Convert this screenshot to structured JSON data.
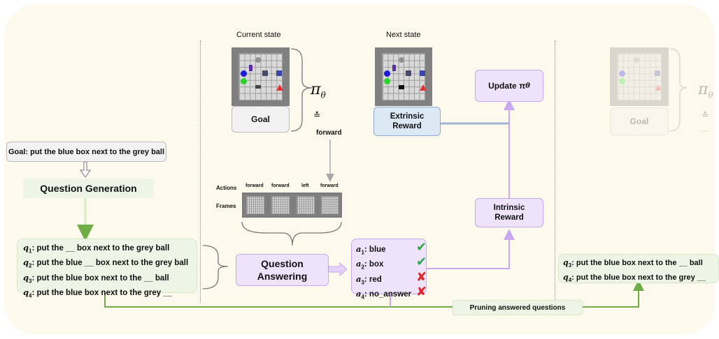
{
  "current_state_label": "Current state",
  "next_state_label": "Next state",
  "goal_box_label": "Goal",
  "forward_label": "forward",
  "pi_symbol": "π",
  "pi_sub": "θ",
  "update_label": "Update π",
  "extrinsic_reward_label": "Extrinsic Reward",
  "intrinsic_reward_label": "Intrinsic Reward",
  "goal_text": "Goal: put the blue box next to the grey ball",
  "question_generation_label": "Question Generation",
  "questions": [
    {
      "var": "q",
      "sub": "1",
      "text": ": put the __ box next to the grey ball"
    },
    {
      "var": "q",
      "sub": "2",
      "text": ": put the blue __ box next to the grey ball"
    },
    {
      "var": "q",
      "sub": "3",
      "text": ": put the blue box next to the __ ball"
    },
    {
      "var": "q",
      "sub": "4",
      "text": ": put the blue box next to the grey __"
    }
  ],
  "question_answering_label": "Question Answering",
  "answers": [
    {
      "var": "a",
      "sub": "1",
      "text": ": blue",
      "correct": true
    },
    {
      "var": "a",
      "sub": "2",
      "text": ": box",
      "correct": true
    },
    {
      "var": "a",
      "sub": "3",
      "text": ": red",
      "correct": false
    },
    {
      "var": "a",
      "sub": "4",
      "text": ": no_answer",
      "correct": false
    }
  ],
  "actions_label": "Actions",
  "frames_label": "Frames",
  "actions": [
    "forward",
    "forward",
    "left",
    "forward"
  ],
  "pruning_label": "Pruning answered questions",
  "remaining_questions": [
    {
      "var": "q",
      "sub": "3",
      "text": ": put the blue box next to the __ ball"
    },
    {
      "var": "q",
      "sub": "4",
      "text": ": put the blue box next to the grey __"
    }
  ],
  "faded_goal_label": "Goal",
  "faded_ellipsis": "...",
  "colors": {
    "panel": "#fdf9ec",
    "green_box": "#edf6e6",
    "purple_box": "#eee3fb",
    "blue_box": "#dde8f5",
    "green_arrow": "#70ad47",
    "purple_arrow": "#c9a8f2",
    "blue_arrow": "#9eb6d8"
  }
}
